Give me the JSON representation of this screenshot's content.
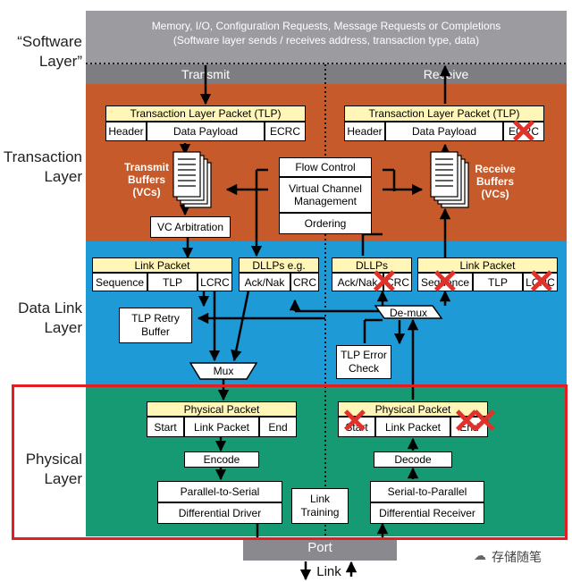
{
  "side_labels": {
    "software": "“Software\nLayer”",
    "transaction": "Transaction\nLayer",
    "datalink": "Data Link\nLayer",
    "physical": "Physical\nLayer"
  },
  "software": {
    "line1": "Memory, I/O, Configuration Requests, Message Requests or Completions",
    "line2": "(Software layer sends / receives address, transaction type, data)"
  },
  "columns": {
    "transmit": "Transmit",
    "receive": "Receive"
  },
  "transaction": {
    "tlp_title": "Transaction Layer Packet (TLP)",
    "header": "Header",
    "payload": "Data Payload",
    "ecrc": "ECRC",
    "transmit_buffers": "Transmit\nBuffers\n(VCs)",
    "receive_buffers": "Receive\nBuffers\n(VCs)",
    "flow_control": "Flow Control",
    "vc_management": "Virtual Channel\nManagement",
    "ordering": "Ordering",
    "vc_arbitration": "VC Arbitration"
  },
  "datalink": {
    "link_packet": "Link Packet",
    "dllps": "DLLPs e.g.",
    "dllps_rx": "DLLPs",
    "sequence": "Sequence",
    "tlp": "TLP",
    "lcrc": "LCRC",
    "acknak": "Ack/Nak",
    "crc": "CRC",
    "retry_buffer": "TLP Retry\nBuffer",
    "mux": "Mux",
    "demux": "De-mux",
    "error_check": "TLP Error\nCheck"
  },
  "physical": {
    "physical_packet": "Physical Packet",
    "start": "Start",
    "link_packet": "Link Packet",
    "end": "End",
    "encode": "Encode",
    "decode": "Decode",
    "p2s": "Parallel-to-Serial",
    "diff_driver": "Differential Driver",
    "link_training": "Link\nTraining",
    "s2p": "Serial-to-Parallel",
    "diff_receiver": "Differential Receiver"
  },
  "port": "Port",
  "link": "Link",
  "watermark": "存储随笔",
  "colors": {
    "software_bg": "#9c9ca0",
    "transaction_bg": "#c65a2a",
    "datalink_bg": "#1e9ad6",
    "physical_bg": "#169a73",
    "highlight": "#e01e23",
    "header_fill": "#fff6b8",
    "crossout": "#e0312a"
  }
}
